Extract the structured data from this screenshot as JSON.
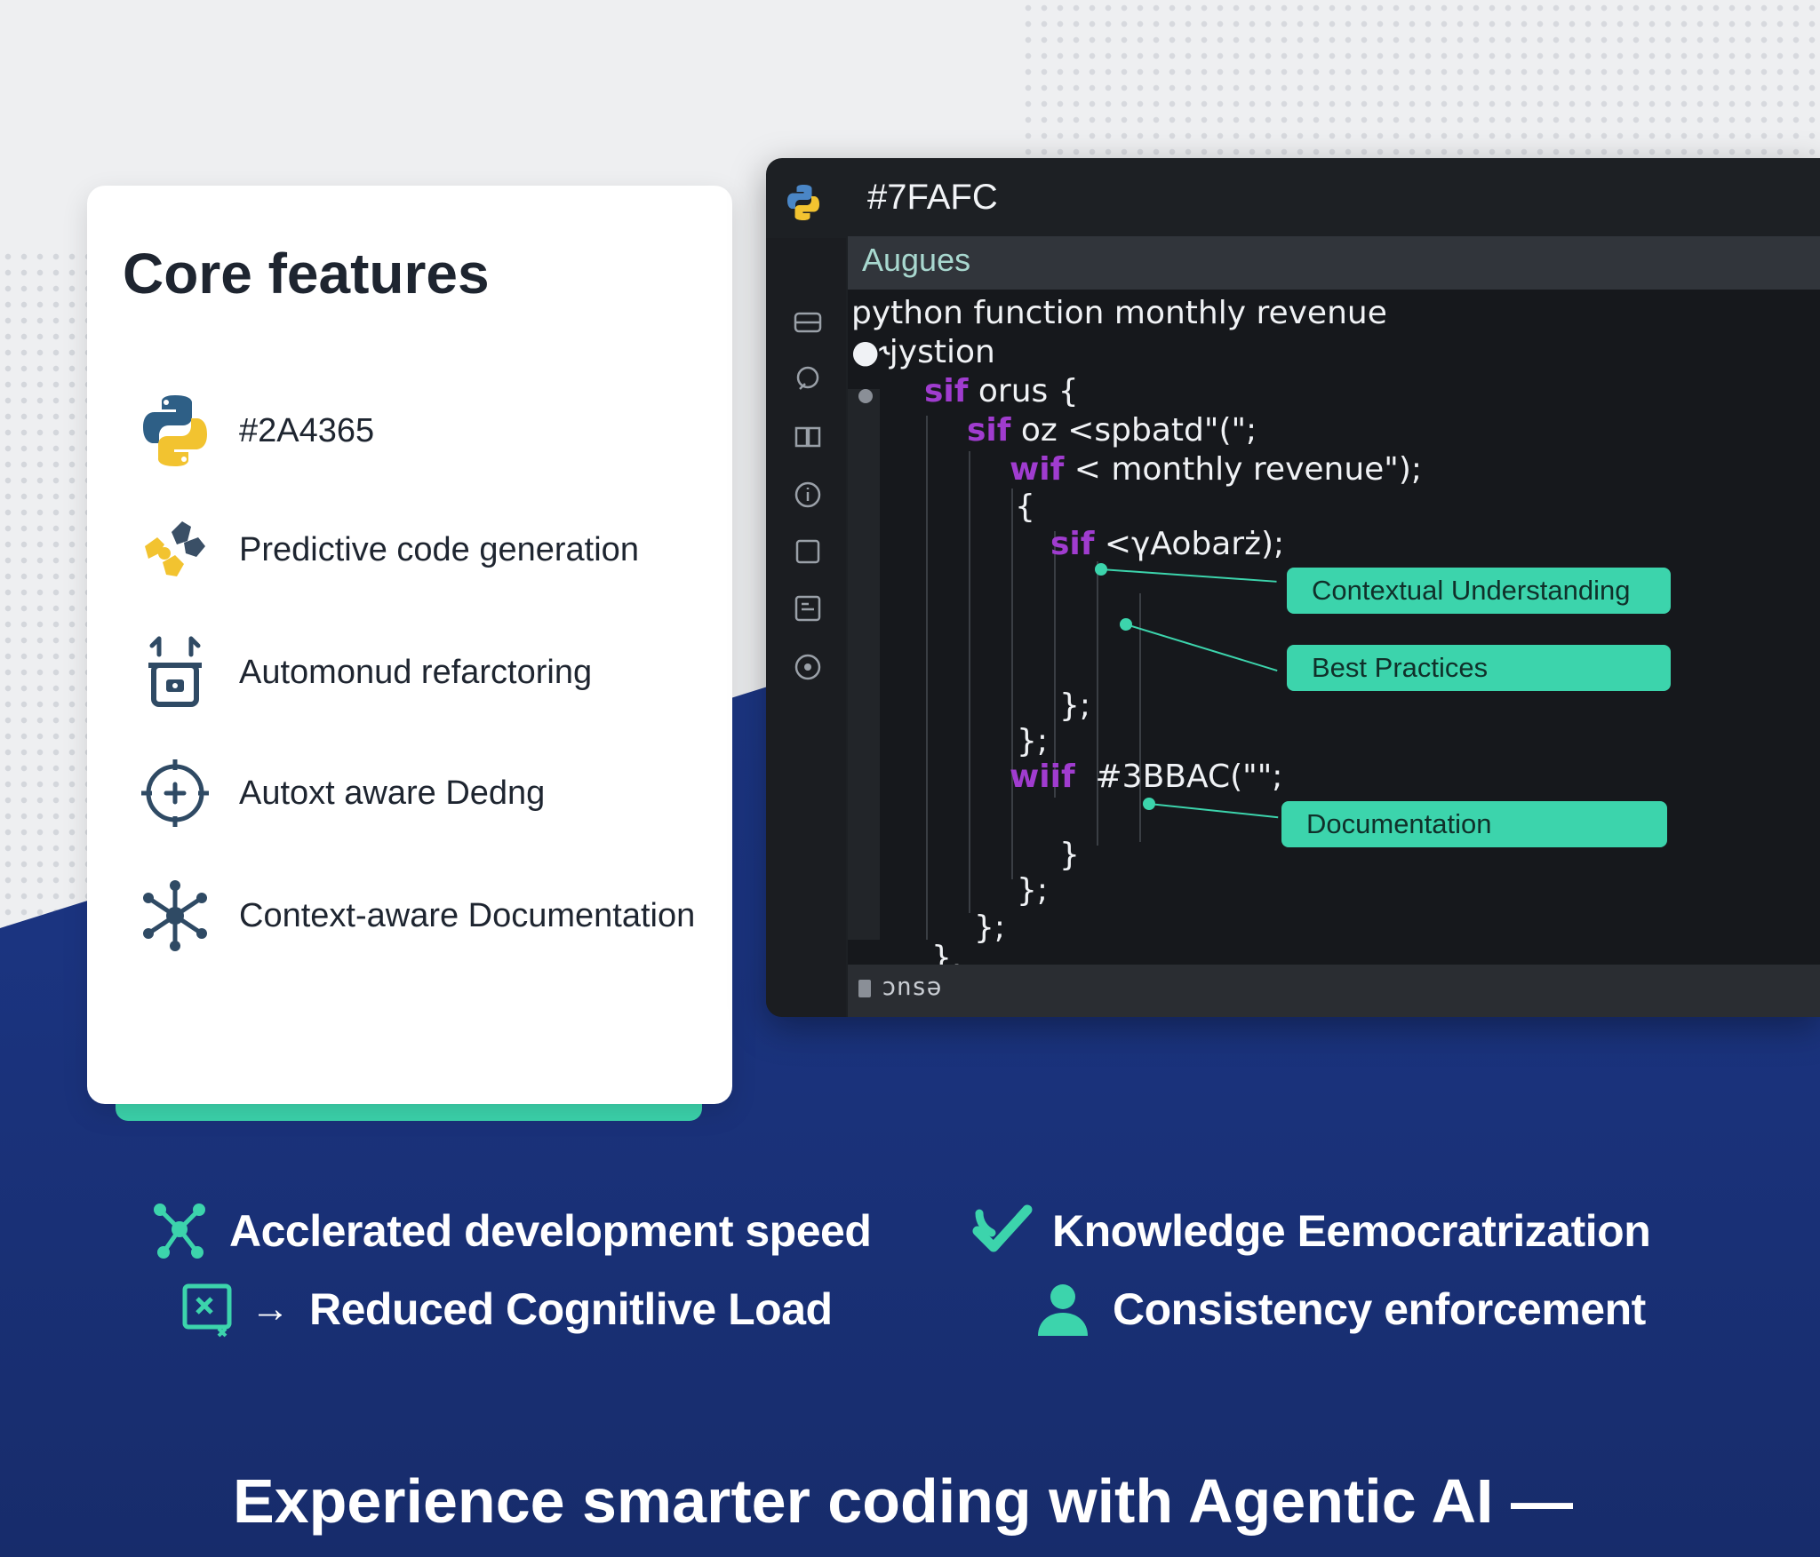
{
  "card": {
    "title": "Core features",
    "features": [
      {
        "icon": "python-logo-icon",
        "label": "#2A4365"
      },
      {
        "icon": "puzzle-pieces-icon",
        "label": "Predictive code generation"
      },
      {
        "icon": "robot-icon",
        "label": "Automonud refarctoring"
      },
      {
        "icon": "compass-icon",
        "label": "Autoxt aware Dedng"
      },
      {
        "icon": "network-hub-icon",
        "label": "Context-aware Documentation"
      }
    ]
  },
  "editor": {
    "window_title": "#7FAFC",
    "tab_label": "Augues",
    "header_lines": [
      "python function monthly revenue",
      "●˞​jystion"
    ],
    "code": [
      {
        "kw": "sif",
        "rest": " orus {"
      },
      {
        "kw": "sif",
        "rest": " oz <spbatd\"(\";"
      },
      {
        "kw": "wif",
        "rest": " < monthly revenue\");"
      },
      {
        "kw": "",
        "rest": "{"
      },
      {
        "kw": "sif",
        "rest": " <γAobarż);"
      },
      {
        "kw": "",
        "rest": "};"
      },
      {
        "kw": "",
        "rest": "};"
      },
      {
        "kw": "wiif",
        "rest": "  #3BBAC(\"\";"
      },
      {
        "kw": "",
        "rest": "}"
      },
      {
        "kw": "",
        "rest": "};"
      },
      {
        "kw": "",
        "rest": "};"
      },
      {
        "kw": "",
        "rest": "}."
      }
    ],
    "annotations": [
      "Contextual Understanding",
      "Best Practices",
      "Documentation"
    ],
    "status_text": "ɔnsə",
    "accent_color": "#3cd4ac",
    "keyword_color": "#a03ccf"
  },
  "benefits": [
    {
      "icon": "molecule-icon",
      "label": "Acclerated development speed"
    },
    {
      "icon": "check-mark-icon",
      "label": "Knowledge Eemocratrization"
    },
    {
      "icon": "code-box-icon",
      "label": "Reduced Cognitlive Load",
      "arrow": "→"
    },
    {
      "icon": "user-icon",
      "label": "Consistency enforcement"
    }
  ],
  "tagline": "Experience smarter coding with Agentic AI —"
}
